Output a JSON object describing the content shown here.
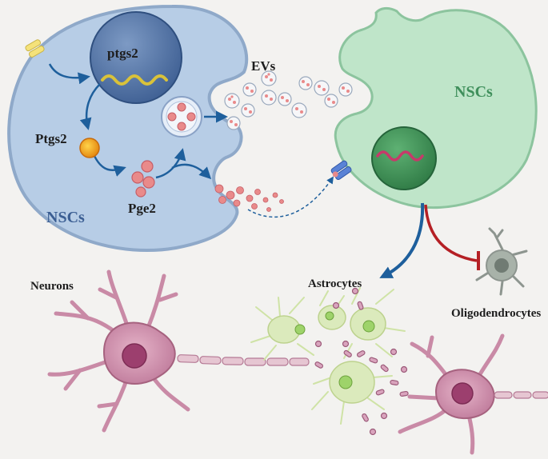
{
  "labels": {
    "ptgs2_gene": "ptgs2",
    "ptgs2_protein": "Ptgs2",
    "pge2": "Pge2",
    "evs": "EVs",
    "nsc_left": "NSCs",
    "nsc_right": "NSCs",
    "neurons": "Neurons",
    "astrocytes": "Astrocytes",
    "oligodendrocytes": "Oligodendrocytes"
  },
  "colors": {
    "background": "#f3f2f0",
    "nsc_left_cell": "#b7cde6",
    "nsc_right_cell": "#bfe5c9",
    "nucleus_left": "#5577a8",
    "nucleus_right": "#3e9256",
    "arrow_blue": "#1e5f9c",
    "inhibit_red": "#b52025",
    "neuron": "#c98aa6",
    "astrocyte": "#dbeabc",
    "oligodendrocyte": "#a8b2a9",
    "vesicle": "#e98a8a"
  },
  "icons": [
    "receptor-icon",
    "mrna-icon",
    "enzyme-icon",
    "vesicle-icon",
    "receptor-blue-icon",
    "inhibit-icon"
  ]
}
